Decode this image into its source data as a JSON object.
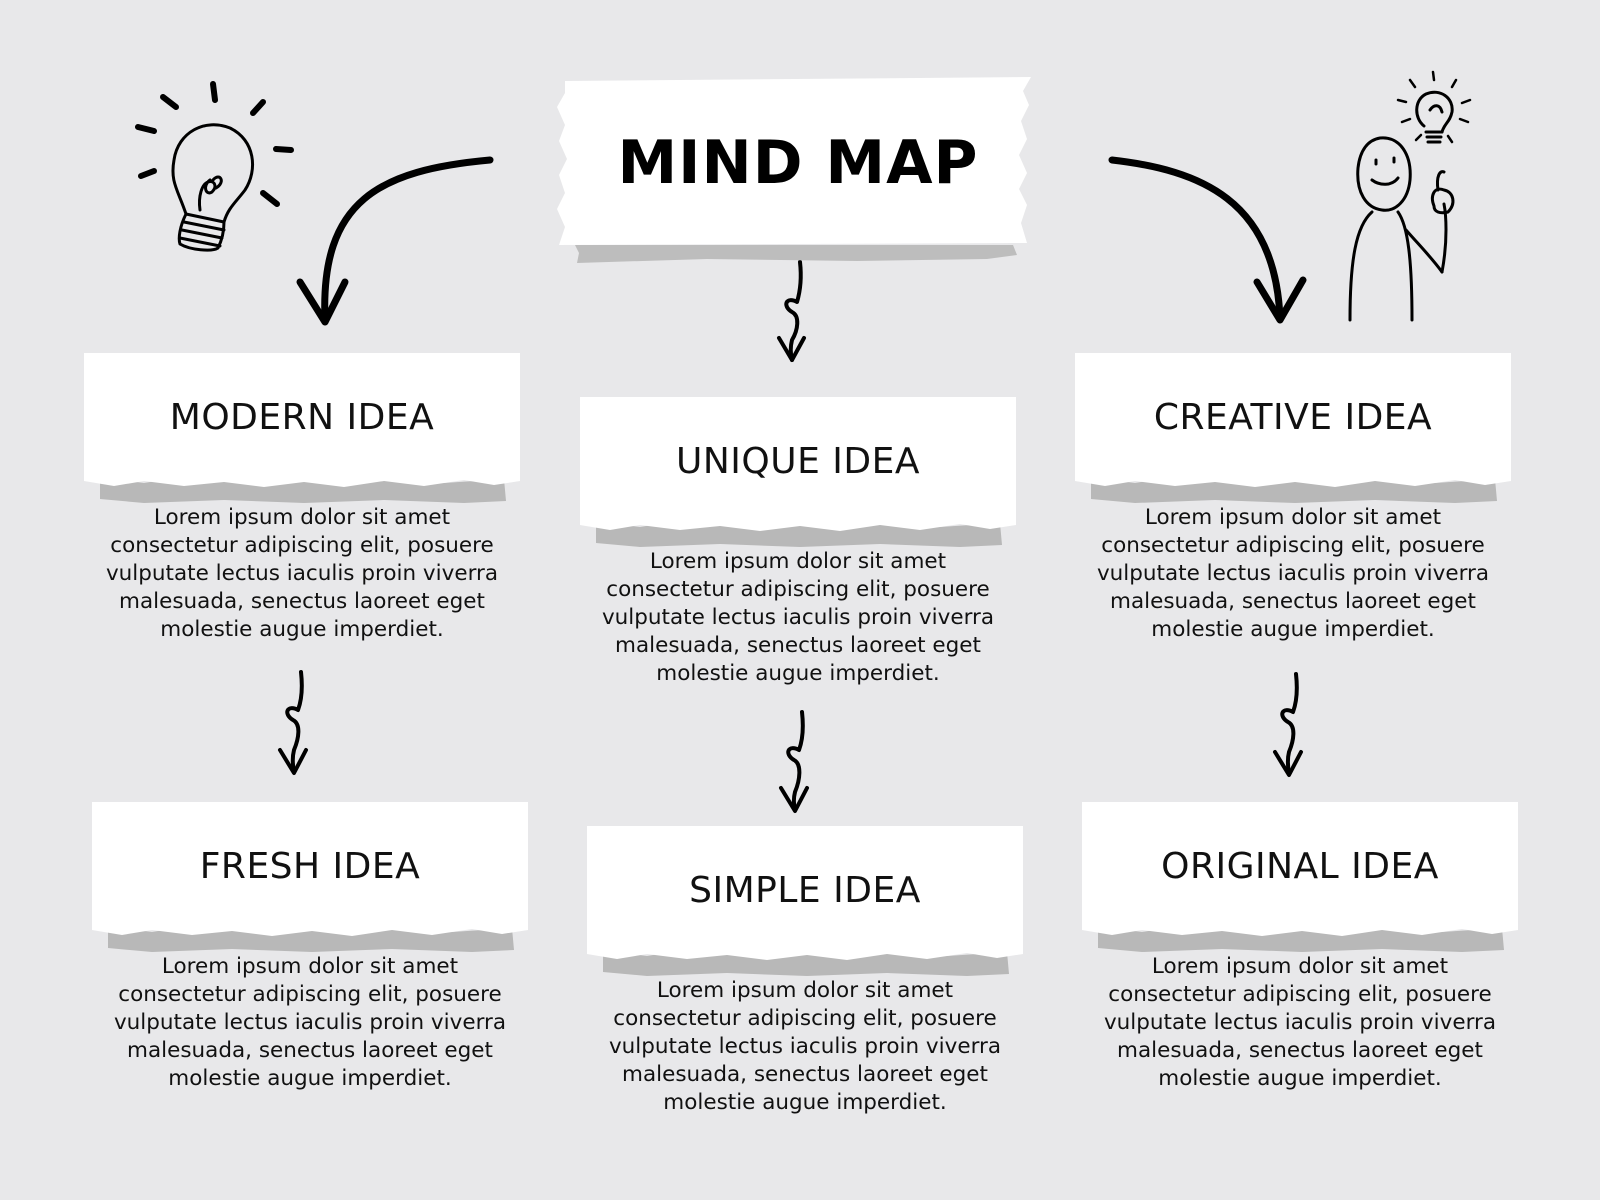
{
  "title": "MIND MAP",
  "ideas": [
    {
      "heading": "MODERN IDEA",
      "body": "Lorem ipsum dolor sit amet consectetur adipiscing elit, posuere vulputate lectus iaculis proin viverra malesuada, senectus laoreet eget molestie augue imperdiet."
    },
    {
      "heading": "UNIQUE IDEA",
      "body": "Lorem ipsum dolor sit amet consectetur adipiscing elit, posuere vulputate lectus iaculis proin viverra malesuada, senectus laoreet eget molestie augue imperdiet."
    },
    {
      "heading": "CREATIVE IDEA",
      "body": "Lorem ipsum dolor sit amet consectetur adipiscing elit, posuere vulputate lectus iaculis proin viverra malesuada, senectus laoreet eget molestie augue imperdiet."
    },
    {
      "heading": "FRESH IDEA",
      "body": "Lorem ipsum dolor sit amet consectetur adipiscing elit, posuere vulputate lectus iaculis proin viverra malesuada, senectus laoreet eget molestie augue imperdiet."
    },
    {
      "heading": "SIMPLE IDEA",
      "body": "Lorem ipsum dolor sit amet consectetur adipiscing elit, posuere vulputate lectus iaculis proin viverra malesuada, senectus laoreet eget molestie augue imperdiet."
    },
    {
      "heading": "ORIGINAL IDEA",
      "body": "Lorem ipsum dolor sit amet consectetur adipiscing elit, posuere vulputate lectus iaculis proin viverra malesuada, senectus laoreet eget molestie augue imperdiet."
    }
  ],
  "illustrations": {
    "left": "lightbulb-icon",
    "right": "person-with-idea-icon"
  },
  "colors": {
    "background": "#e8e8ea",
    "paper": "#ffffff",
    "torn_shadow": "#b8b8b8",
    "ink": "#111111"
  }
}
